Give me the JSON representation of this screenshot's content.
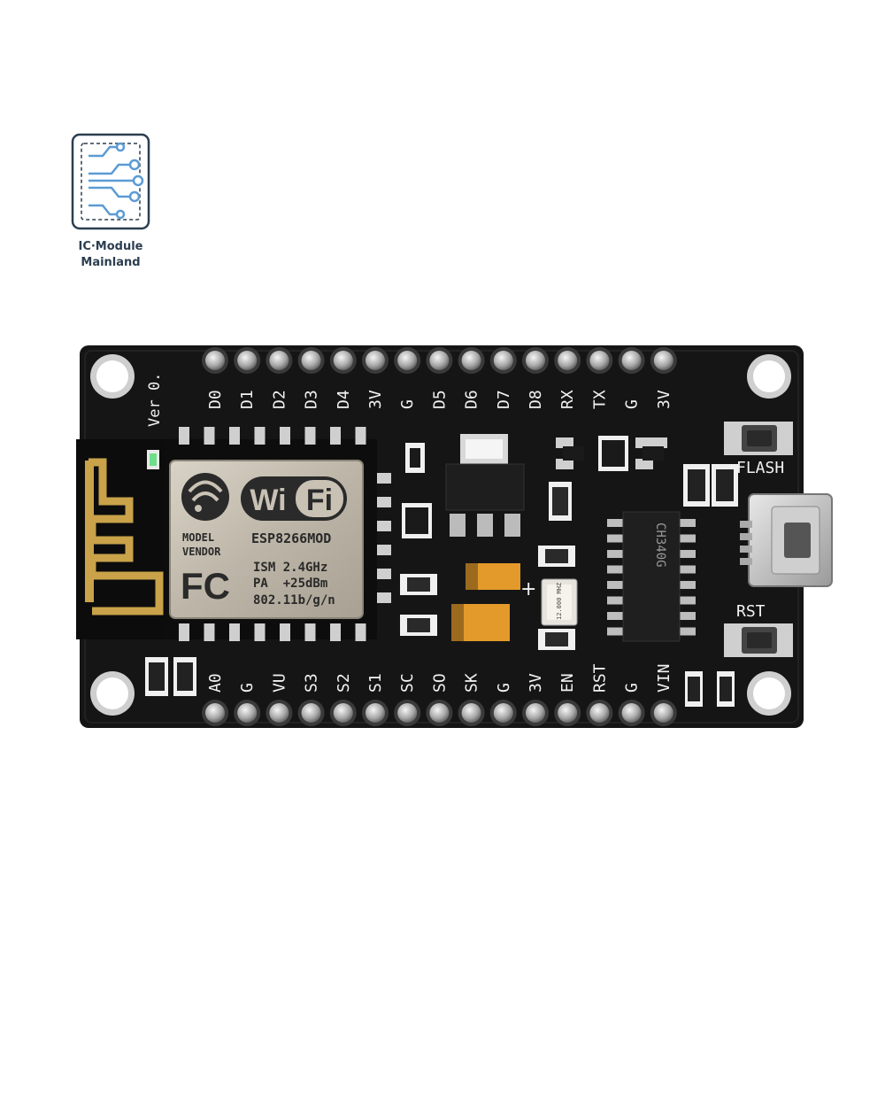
{
  "brand": {
    "line1": "IC·Module",
    "line2": "Mainland",
    "icon": "circuit-trace-icon",
    "color": "#2c3e50",
    "accent": "#5b9bd5"
  },
  "board": {
    "version_label": "Ver 0.",
    "top_pins": [
      "D0",
      "D1",
      "D2",
      "D3",
      "D4",
      "3V",
      "G",
      "D5",
      "D6",
      "D7",
      "D8",
      "RX",
      "TX",
      "G",
      "3V"
    ],
    "bottom_pins": [
      "A0",
      "G",
      "VU",
      "S3",
      "S2",
      "S1",
      "SC",
      "SO",
      "SK",
      "G",
      "3V",
      "EN",
      "RST",
      "G",
      "VIN"
    ],
    "flash_label": "FLASH",
    "rst_label": "RST",
    "module": {
      "wifi_wi": "Wi",
      "wifi_fi": "Fi",
      "model": "MODEL",
      "vendor": "VENDOR",
      "part": "ESP8266MOD",
      "fc": "FC",
      "spec1": "ISM 2.4GHz",
      "spec2": "PA  +25dBm",
      "spec3": "802.11b/g/n"
    },
    "usb_chip": "CH340G",
    "crystal": "12.000 MHZ",
    "cap_mark": "+",
    "colors": {
      "pcb": "#141414",
      "silk": "#f2f2f2",
      "shield": "#c9c2b4",
      "antenna": "#c9a24a"
    }
  }
}
